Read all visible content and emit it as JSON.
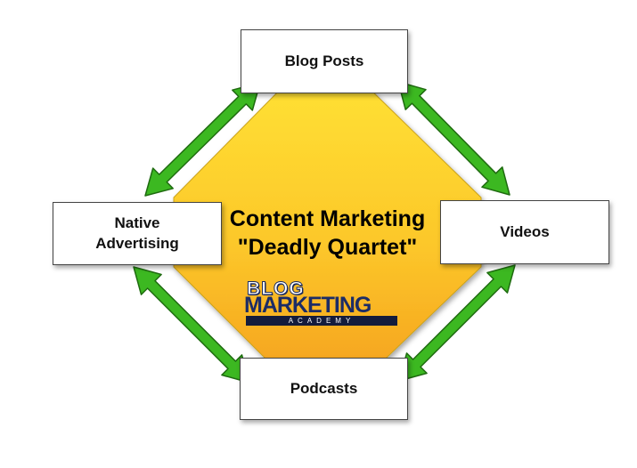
{
  "nodes": {
    "blog_posts": "Blog Posts",
    "native_advertising_line1": "Native",
    "native_advertising_line2": "Advertising",
    "videos": "Videos",
    "podcasts": "Podcasts"
  },
  "center": {
    "title_line1": "Content Marketing",
    "title_line2": "\"Deadly Quartet\""
  },
  "logo": {
    "line1": "BLOG",
    "line2": "MARKETING",
    "line3": "ACADEMY"
  },
  "colors": {
    "center_fill_top": "#ffe033",
    "center_fill_bottom": "#f5a21e",
    "arrow_fill": "#3cb821",
    "arrow_stroke": "#1f6b10",
    "logo_navy": "#1c2c66"
  }
}
